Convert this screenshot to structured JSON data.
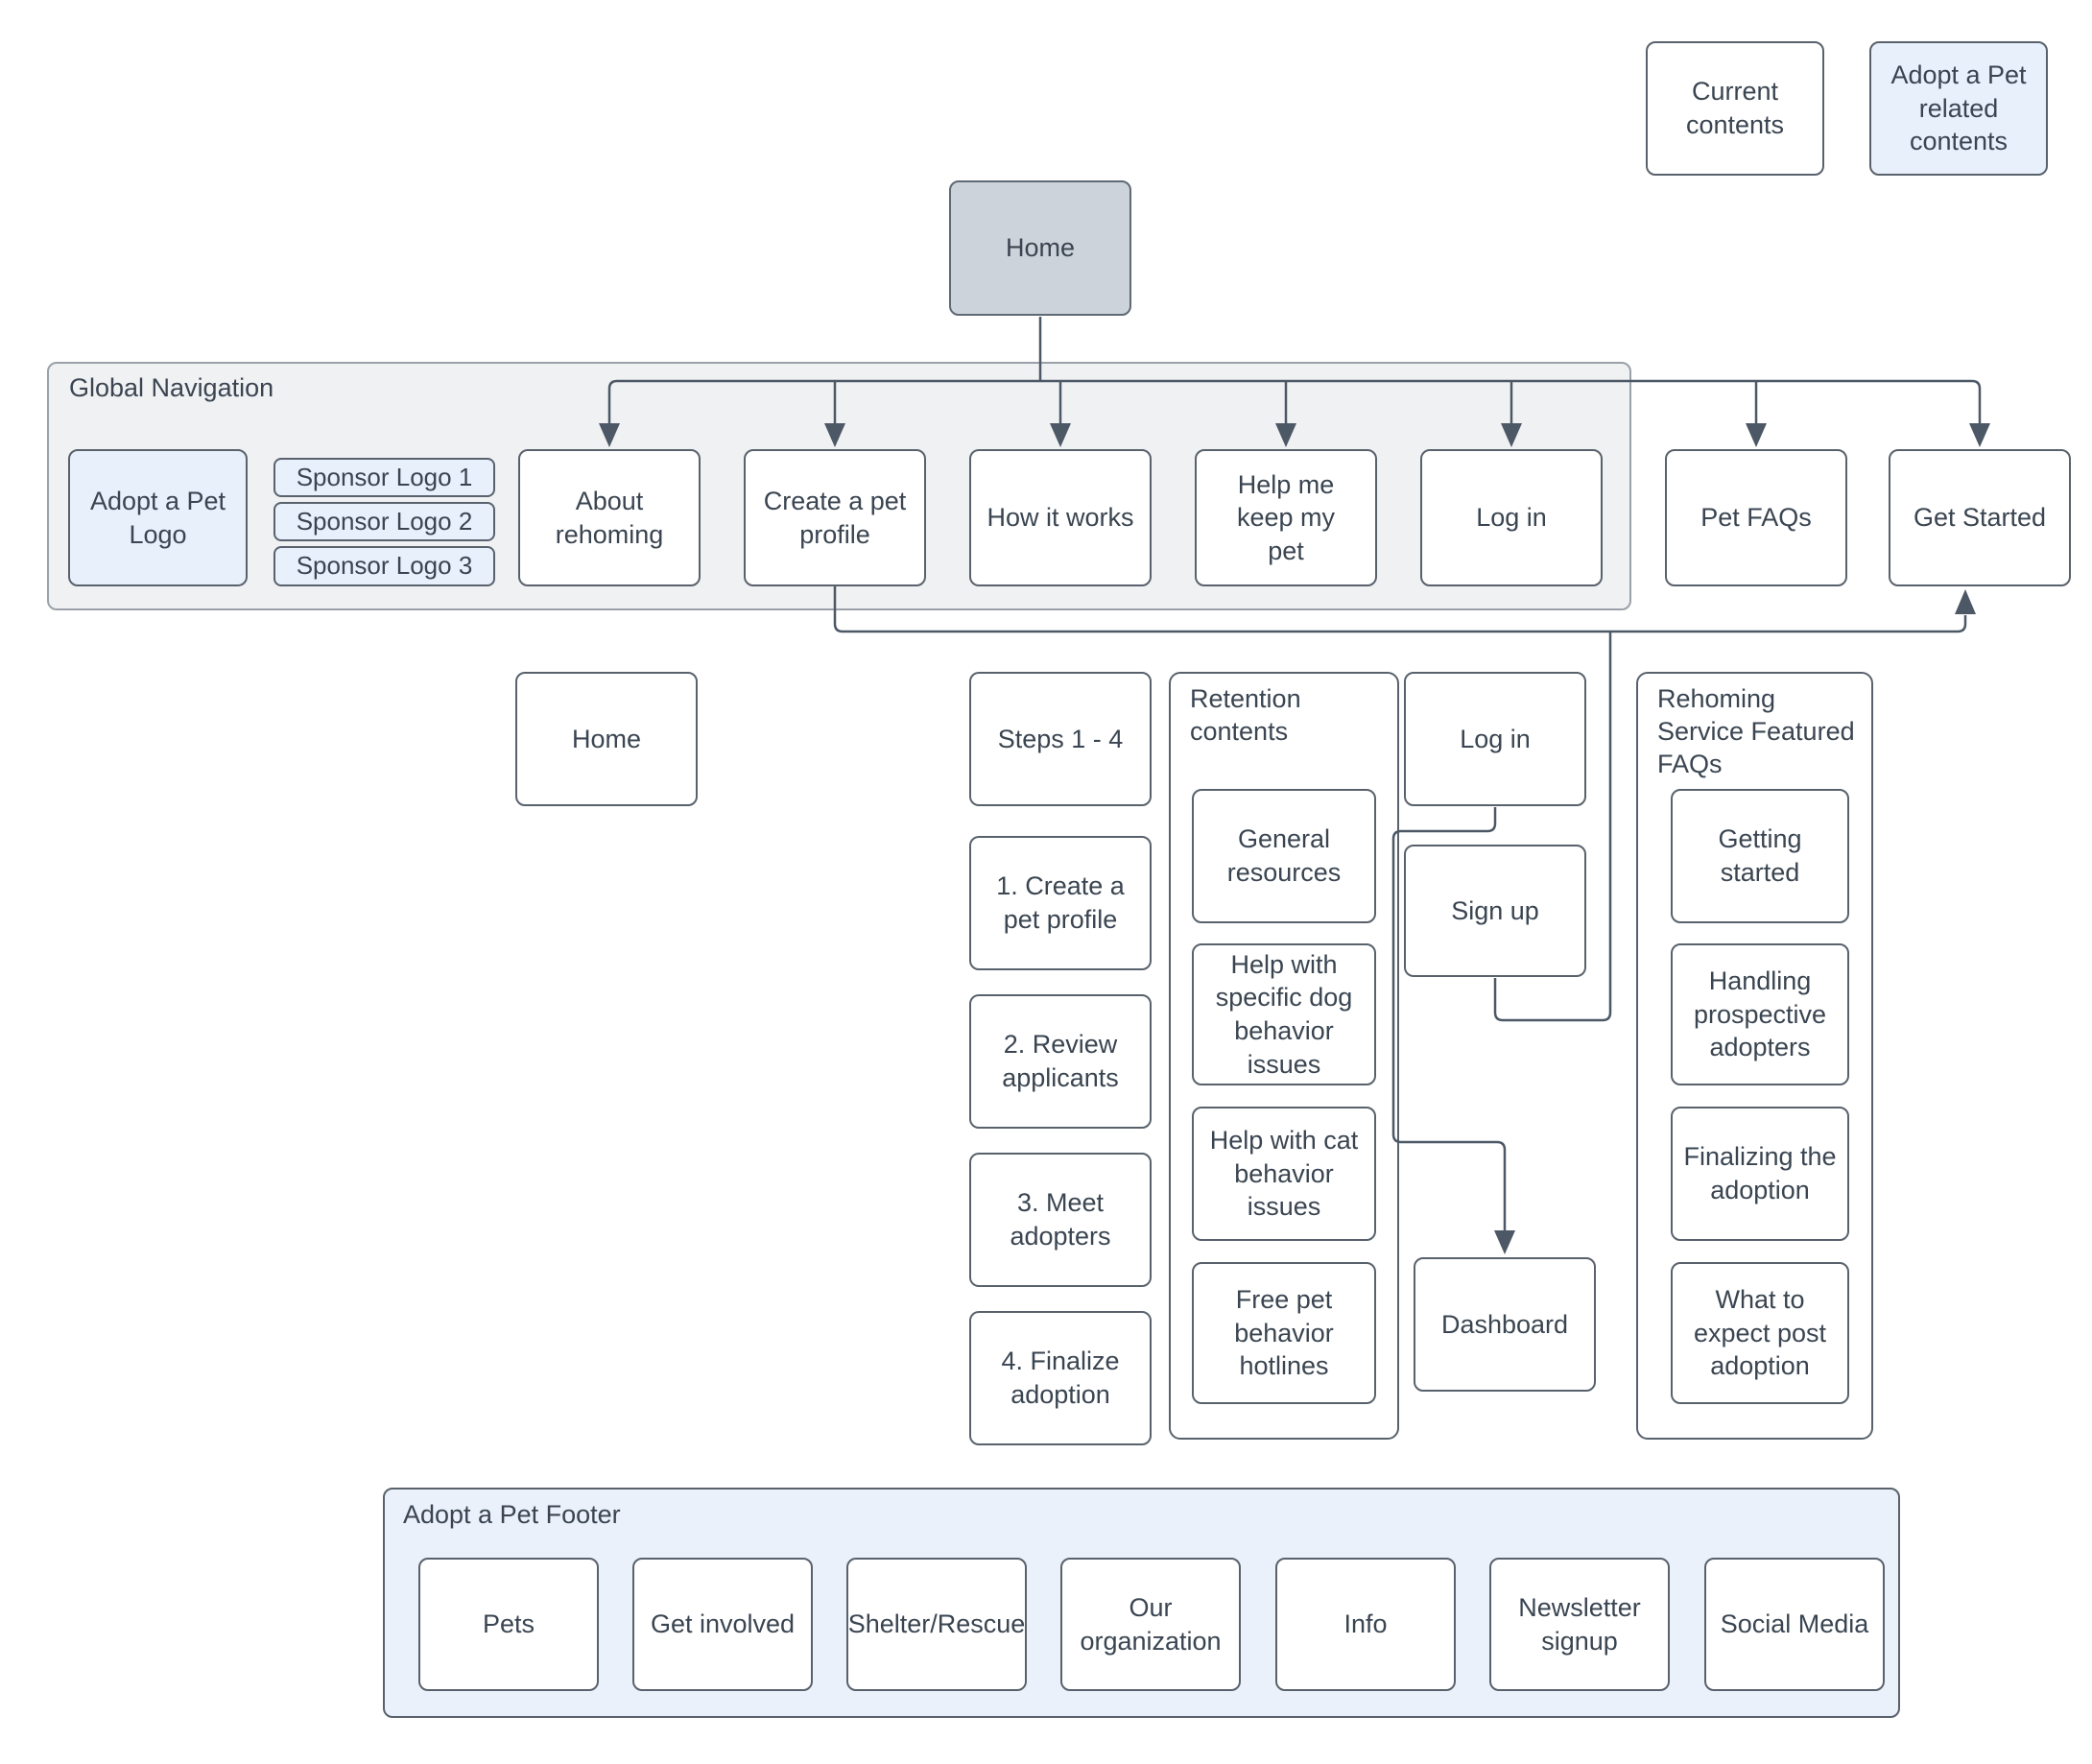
{
  "legend": {
    "current": "Current contents",
    "adopt_related": "Adopt a Pet related contents"
  },
  "home": {
    "label": "Home"
  },
  "global_nav": {
    "title": "Global Navigation",
    "logo": "Adopt a Pet Logo",
    "sponsors": [
      "Sponsor Logo 1",
      "Sponsor Logo 2",
      "Sponsor Logo 3"
    ],
    "items": [
      "About rehoming",
      "Create a pet profile",
      "How it works",
      "Help me keep my pet",
      "Log in"
    ]
  },
  "external_nav": {
    "pet_faqs": "Pet FAQs",
    "get_started": "Get Started"
  },
  "level2": {
    "home": "Home",
    "steps_header": "Steps 1 - 4",
    "steps": [
      "1. Create a pet profile",
      "2. Review applicants",
      "3. Meet adopters",
      "4. Finalize adoption"
    ],
    "retention": {
      "title": "Retention contents",
      "items": [
        "General resources",
        "Help with specific dog behavior issues",
        "Help with cat behavior issues",
        "Free pet behavior hotlines"
      ]
    },
    "auth": {
      "login": "Log in",
      "signup": "Sign up",
      "dashboard": "Dashboard"
    },
    "faqs": {
      "title": "Rehoming Service Featured FAQs",
      "items": [
        "Getting started",
        "Handling prospective adopters",
        "Finalizing the adoption",
        "What to expect post adoption"
      ]
    }
  },
  "footer": {
    "title": "Adopt a Pet Footer",
    "items": [
      "Pets",
      "Get involved",
      "Shelter/Rescue",
      "Our organization",
      "Info",
      "Newsletter signup",
      "Social Media"
    ]
  },
  "colors": {
    "current_contents_fill": "#ffffff",
    "adopt_related_fill": "#e8f0fc",
    "home_fill": "#ccd3da",
    "nav_container_fill": "#f0f1f3",
    "footer_fill": "#eaf1fb",
    "node_border": "#59626c",
    "connector": "#4d5866",
    "text": "#3a4551"
  }
}
